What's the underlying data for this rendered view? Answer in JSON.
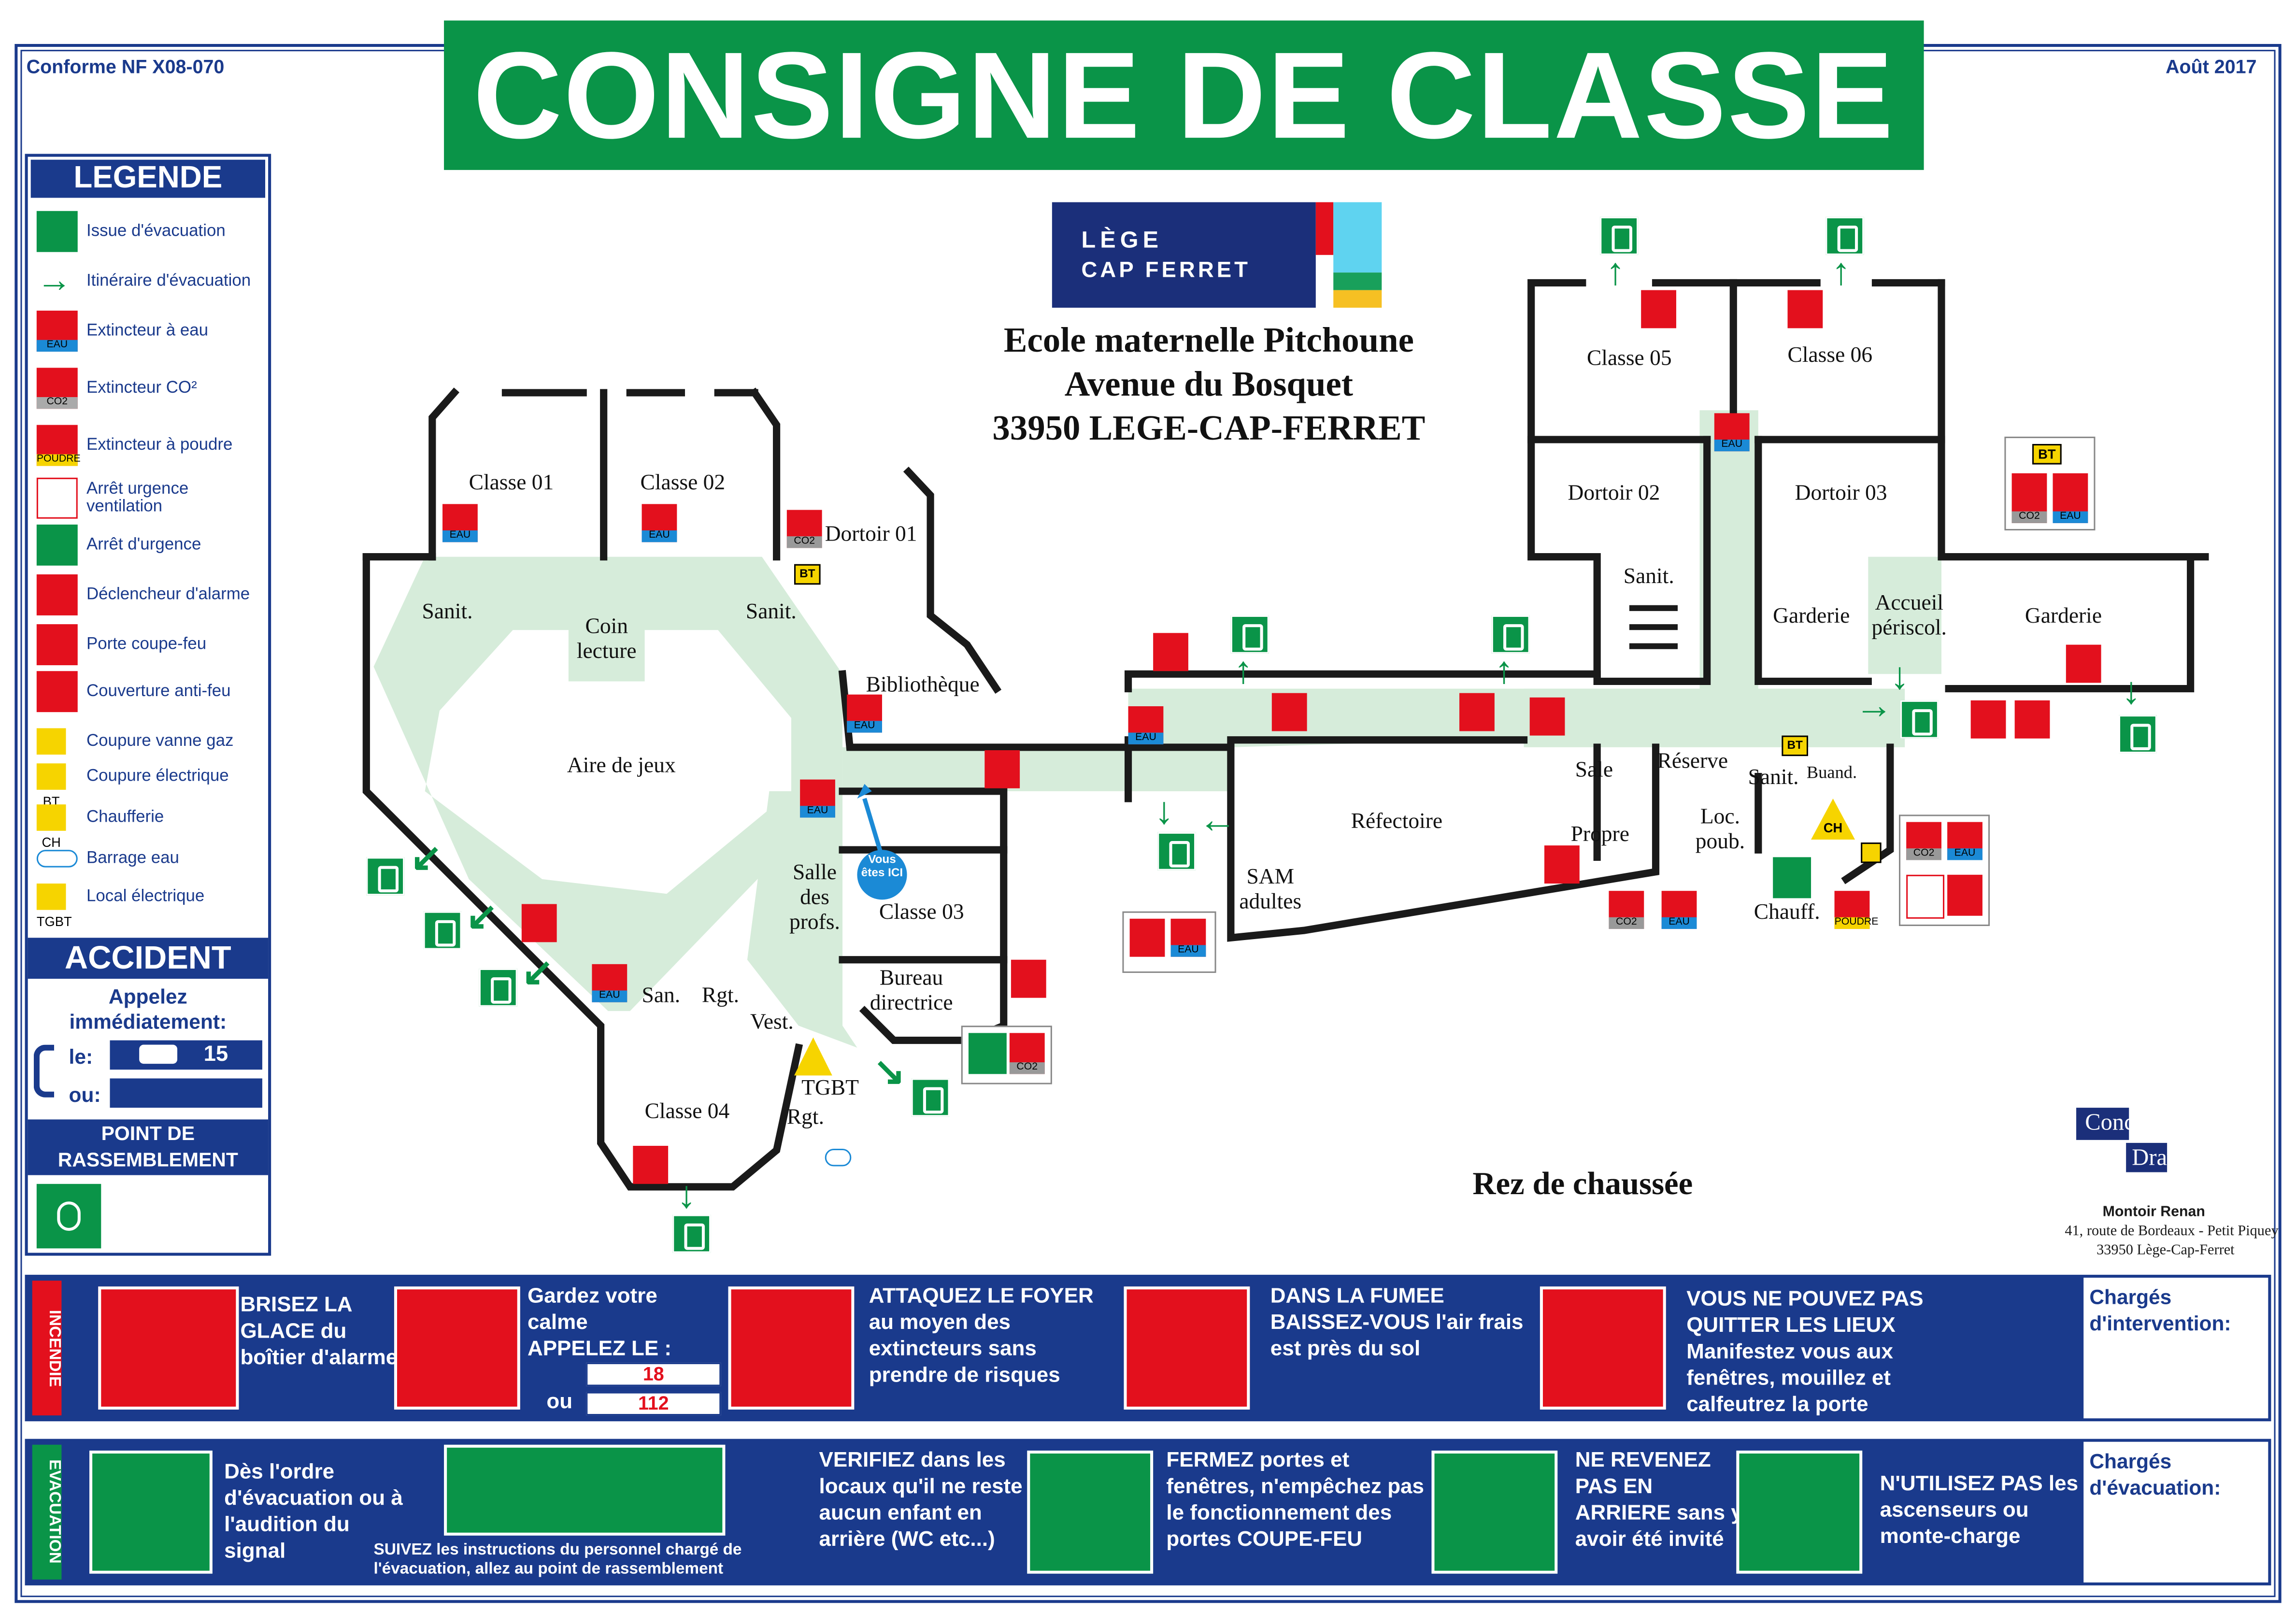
{
  "header": {
    "title": "CONSIGNE DE CLASSE",
    "norm": "Conforme NF X08-070",
    "date": "Août 2017"
  },
  "logo": {
    "line1": "LÈGE",
    "line2": "CAP FERRET"
  },
  "school": {
    "name": "Ecole maternelle Pitchoune",
    "street": "Avenue du Bosquet",
    "city": "33950 LEGE-CAP-FERRET"
  },
  "legend": {
    "title": "LEGENDE",
    "items": [
      {
        "label": "Issue d'évacuation",
        "icon": "exit-icon"
      },
      {
        "label": "Itinéraire d'évacuation",
        "icon": "arrow-right-icon"
      },
      {
        "label": "Extincteur à eau",
        "icon": "extinguisher-water-icon",
        "tag": "EAU"
      },
      {
        "label": "Extincteur CO²",
        "icon": "extinguisher-co2-icon",
        "tag": "CO2"
      },
      {
        "label": "Extincteur à poudre",
        "icon": "extinguisher-powder-icon",
        "tag": "POUDRE"
      },
      {
        "label": "Arrêt urgence ventilation",
        "icon": "ventilation-stop-icon"
      },
      {
        "label": "Arrêt d'urgence",
        "icon": "emergency-stop-icon"
      },
      {
        "label": "Déclencheur d'alarme",
        "icon": "alarm-trigger-icon"
      },
      {
        "label": "Porte coupe-feu",
        "icon": "fire-door-icon"
      },
      {
        "label": "Couverture anti-feu",
        "icon": "fire-blanket-icon"
      },
      {
        "label": "Coupure vanne gaz",
        "icon": "gas-valve-icon"
      },
      {
        "label": "Coupure électrique",
        "icon": "electric-cut-icon",
        "tag": "BT"
      },
      {
        "label": "Chaufferie",
        "icon": "boiler-icon",
        "tag": "CH"
      },
      {
        "label": "Barrage eau",
        "icon": "water-valve-icon"
      },
      {
        "label": "Local électrique",
        "icon": "electric-room-icon",
        "tag": "TGBT"
      }
    ],
    "accident": "ACCIDENT",
    "call": "Appelez immédiatement:",
    "le": "le:",
    "ou": "ou:",
    "num": "15",
    "assembly": "POINT DE RASSEMBLEMENT"
  },
  "rooms": {
    "classe01": "Classe 01",
    "classe02": "Classe 02",
    "dortoir01": "Dortoir 01",
    "sanit1": "Sanit.",
    "coin": "Coin lecture",
    "sanit2": "Sanit.",
    "bibli": "Bibliothèque",
    "aire": "Aire de jeux",
    "salle_profs": "Salle des profs.",
    "classe03": "Classe 03",
    "bureau": "Bureau directrice",
    "san": "San.",
    "rgt1": "Rgt.",
    "vest": "Vest.",
    "classe04": "Classe 04",
    "rgt2": "Rgt.",
    "tgbt": "TGBT",
    "classe05": "Classe 05",
    "classe06": "Classe 06",
    "dortoir02": "Dortoir 02",
    "dortoir03": "Dortoir 03",
    "sanit3": "Sanit.",
    "garderie1": "Garderie",
    "accueil": "Accueil périscol.",
    "garderie2": "Garderie",
    "refectoire": "Réfectoire",
    "sam": "SAM adultes",
    "sale": "Sale",
    "reserve": "Réserve",
    "propre": "Propre",
    "locpoub": "Loc. poub.",
    "sanit4": "Sanit.",
    "buand": "Buand.",
    "chauff": "Chauff.",
    "vous": "Vous êtes ICI"
  },
  "level": "Rez de chaussée",
  "tags": {
    "eau": "EAU",
    "co2": "CO2",
    "bt": "BT",
    "ch": "CH",
    "poudre": "POUDRE",
    "tgbt": "TGBT"
  },
  "credit": {
    "name1": "Concept'",
    "name2": "Drawing",
    "person": "Montoir Renan",
    "addr": "41, route de Bordeaux - Petit Piquey",
    "city": "33950 Lège-Cap-Ferret"
  },
  "incendie": {
    "label": "INCENDIE",
    "i1": "BRISEZ LA GLACE du boîtier d'alarme",
    "i2a": "Gardez votre calme",
    "i2b": "APPELEZ LE :",
    "n18": "18",
    "ou": "ou",
    "n112": "112",
    "i3": "ATTAQUEZ LE FOYER au moyen des extincteurs sans prendre de risques",
    "i4": "DANS LA FUMEE BAISSEZ-VOUS l'air frais est près du sol",
    "i5": "VOUS NE POUVEZ PAS QUITTER LES LIEUX Manifestez vous aux fenêtres, mouillez et calfeutrez la porte",
    "charge": "Chargés d'intervention:"
  },
  "evacuation": {
    "label": "EVACUATION",
    "e1": "Dès l'ordre d'évacuation ou à l'audition du signal",
    "e2": "SUIVEZ les instructions du personnel chargé de l'évacuation, allez au point de rassemblement",
    "e3": "VERIFIEZ dans les locaux qu'il ne reste aucun enfant en arrière (WC etc...)",
    "e4": "FERMEZ portes et fenêtres, n'empêchez pas le fonctionnement des portes COUPE-FEU",
    "e5": "NE REVENEZ PAS EN ARRIERE sans y avoir été invité",
    "e6": "N'UTILISEZ PAS les ascenseurs ou monte-charge",
    "charge": "Chargés d'évacuation:"
  },
  "colors": {
    "green": "#0a9448",
    "blue": "#1a3a8c",
    "red": "#e3101d",
    "corridor": "#d6ecda"
  }
}
